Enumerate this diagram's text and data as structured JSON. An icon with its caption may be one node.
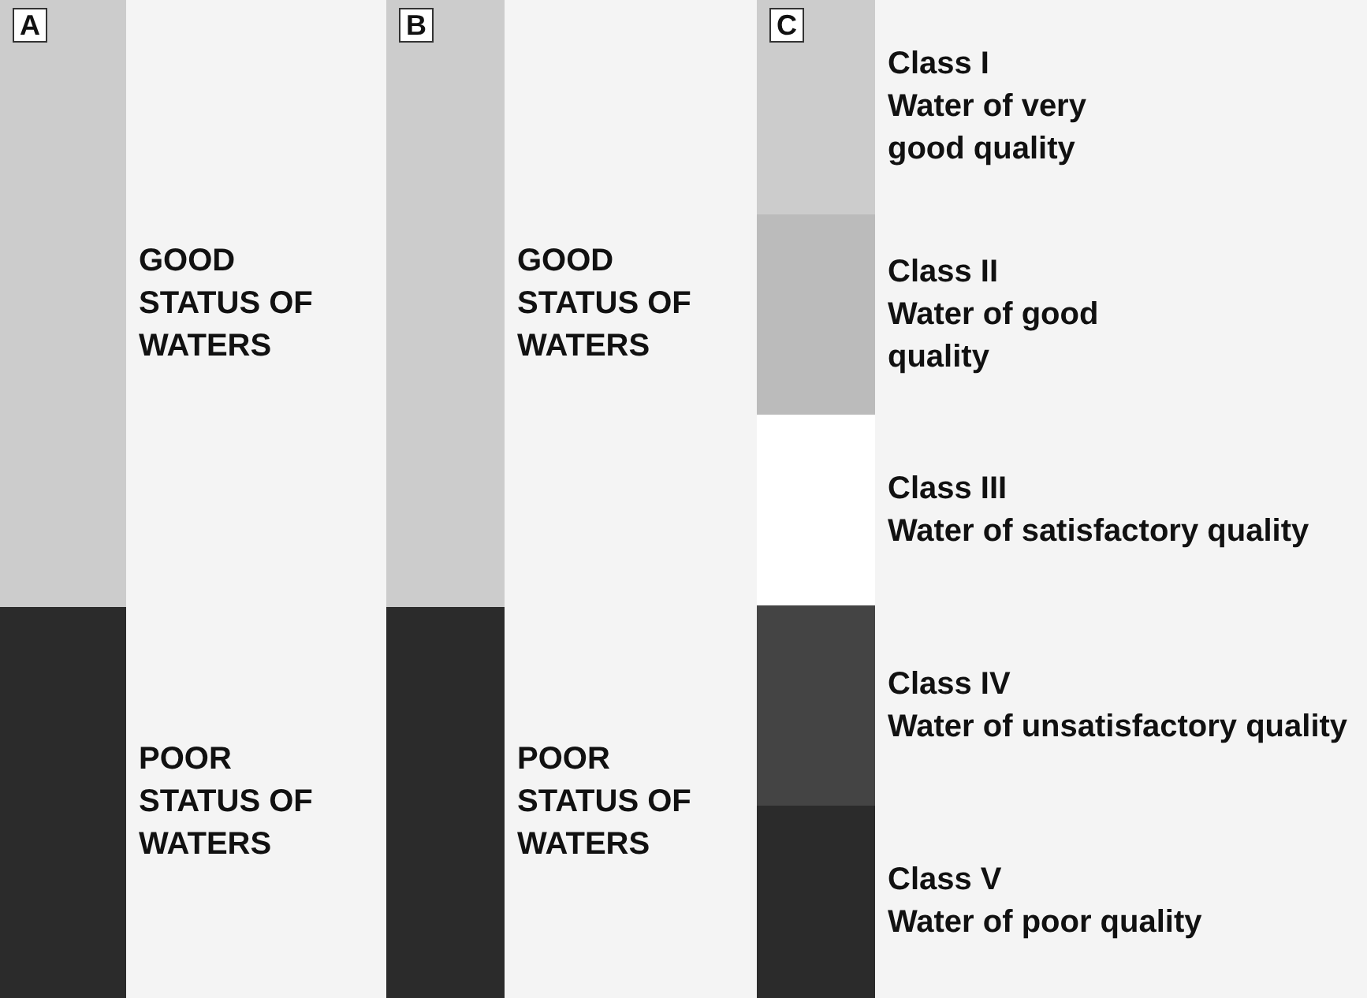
{
  "diagram": {
    "nodes": [
      {
        "text": [
          "GOOD STATUS OF WATERS"
        ]
      },
      {
        "text": [
          "A"
        ],
        "in": 0
      },
      {
        "text": [
          "POOR STATUS OF WATERS"
        ]
      },
      {
        "text": [
          "GOOD STATUS OF WATERS"
        ]
      },
      {
        "text": [
          "B"
        ],
        "in": 3
      },
      {
        "text": [
          "POOR STATUS OF WATERS"
        ]
      },
      {
        "text": [
          "Class I",
          "Water of very good quality"
        ]
      },
      {
        "text": [
          "C"
        ],
        "in": 6
      },
      {
        "text": [
          "Class II",
          "Water of good quality"
        ]
      },
      {
        "text": [
          "Class III",
          "Water of satisfactory quality"
        ]
      },
      {
        "text": [
          "Class IV",
          "Water of unsatisfactory quality"
        ]
      },
      {
        "text": [
          "Class V",
          "Water of poor quality"
        ]
      }
    ],
    "edges": []
  }
}
